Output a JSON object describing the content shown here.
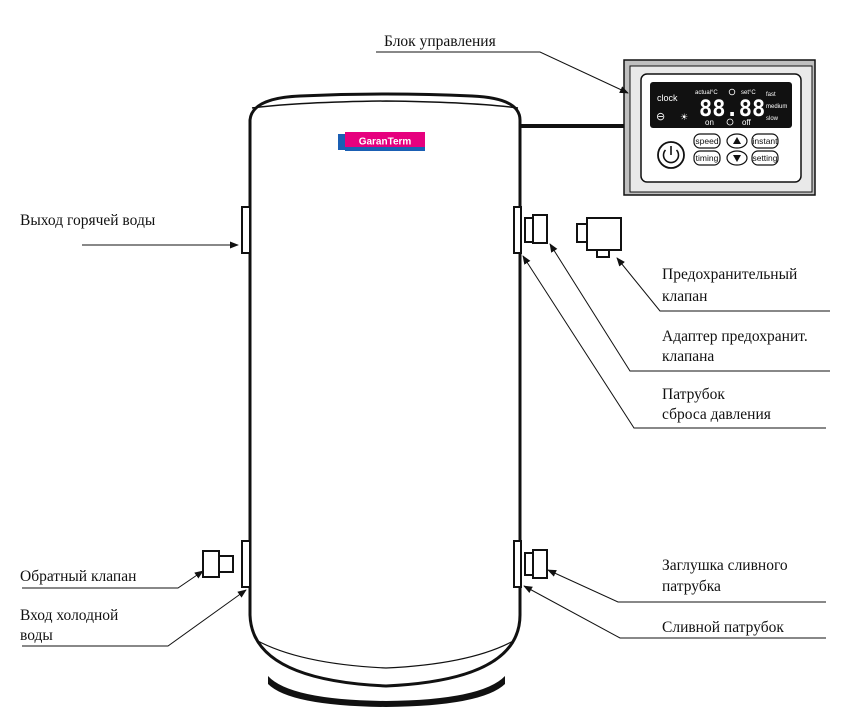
{
  "labels": {
    "control_unit": "Блок управления",
    "hot_water_outlet": "Выход горячей воды",
    "safety_valve_line1": "Предохранительный",
    "safety_valve_line2": "клапан",
    "valve_adapter_line1": "Адаптер предохранит.",
    "valve_adapter_line2": "клапана",
    "pressure_relief_line1": "Патрубок",
    "pressure_relief_line2": "сброса давления",
    "check_valve": "Обратный клапан",
    "cold_water_inlet_line1": "Вход холодной",
    "cold_water_inlet_line2": "воды",
    "drain_plug_line1": "Заглушка сливного",
    "drain_plug_line2": "патрубка",
    "drain_pipe": "Сливной патрубок"
  },
  "brand": {
    "name": "GaranTerm",
    "tagline": "",
    "color": "#e6007e",
    "accent": "#1a5fb4"
  },
  "control_panel": {
    "clock": "clock",
    "actual": "actual°C",
    "set": "set°C",
    "digits": "88.88",
    "on": "on",
    "off": "off",
    "fast": "fast",
    "medium": "medium",
    "slow": "slow",
    "speed_button": "speed",
    "timing_button": "timing",
    "instant_button": "instant",
    "setting_button": "setting",
    "minus_symbol": "⊖"
  }
}
